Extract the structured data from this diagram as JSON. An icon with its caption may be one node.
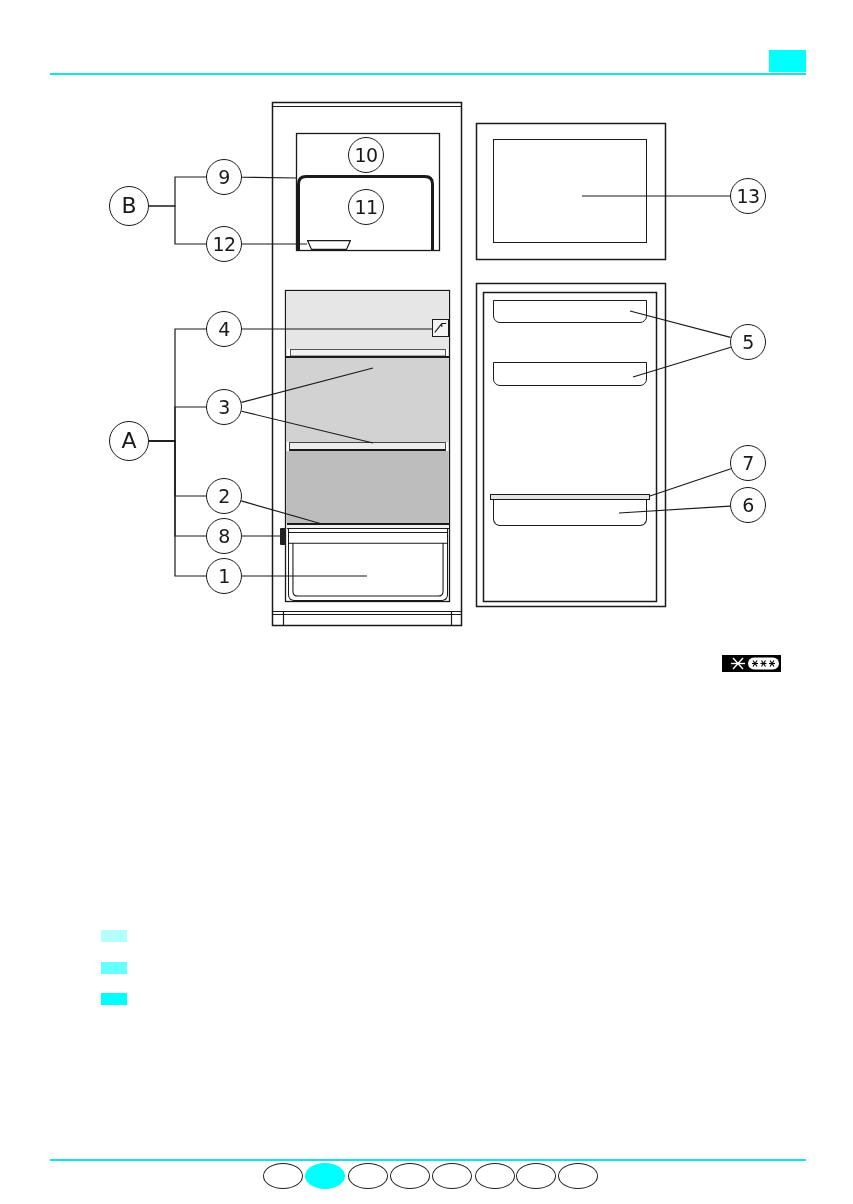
{
  "diagram": {
    "nodes": [
      {
        "text": [
          "B"
        ]
      },
      {
        "text": [
          "9"
        ]
      },
      {
        "text": [
          "12"
        ]
      },
      {
        "text": [
          "A"
        ]
      },
      {
        "text": [
          "4"
        ]
      },
      {
        "text": [
          "3"
        ]
      },
      {
        "text": [
          "2"
        ]
      },
      {
        "text": [
          "8"
        ]
      },
      {
        "text": [
          "1"
        ]
      },
      {
        "text": [
          "13"
        ]
      },
      {
        "text": [
          "5"
        ]
      },
      {
        "text": [
          "7"
        ]
      },
      {
        "text": [
          "6"
        ]
      },
      {
        "text": [],
        "shape": "box"
      },
      {
        "text": [],
        "shape": "box",
        "in": 13
      },
      {
        "text": [],
        "shape": "box"
      },
      {
        "text": [],
        "shape": "box"
      },
      {
        "text": [],
        "shape": "bar"
      },
      {
        "text": [],
        "shape": "bar"
      },
      {
        "text": [],
        "shape": "bar"
      },
      {
        "text": [],
        "shape": "box"
      },
      {
        "text": [],
        "shape": "box"
      },
      {
        "text": [],
        "shape": "box"
      },
      {
        "text": [],
        "shape": "box"
      },
      {
        "text": [],
        "shape": "bar"
      },
      {
        "text": [],
        "shape": "box"
      },
      {
        "text": [
          "10"
        ]
      },
      {
        "text": [
          "11"
        ],
        "in": 13
      }
    ],
    "edges": [
      {
        "from": 0,
        "to": 1,
        "arrow": "none"
      },
      {
        "from": 0,
        "to": 2,
        "arrow": "none"
      },
      {
        "from": 1,
        "to": 13,
        "arrow": "none"
      },
      {
        "from": 2,
        "to": 14,
        "arrow": "none"
      },
      {
        "from": 3,
        "to": 4,
        "arrow": "none"
      },
      {
        "from": 3,
        "to": 5,
        "arrow": "none"
      },
      {
        "from": 3,
        "to": 6,
        "arrow": "none"
      },
      {
        "from": 3,
        "to": 7,
        "arrow": "none"
      },
      {
        "from": 3,
        "to": 8,
        "arrow": "none"
      },
      {
        "from": 4,
        "to": 15,
        "arrow": "none"
      },
      {
        "from": 5,
        "to": 16,
        "arrow": "none"
      },
      {
        "from": 5,
        "to": 17,
        "arrow": "none"
      },
      {
        "from": 6,
        "to": 18,
        "arrow": "none"
      },
      {
        "from": 7,
        "to": 19,
        "arrow": "none"
      },
      {
        "from": 8,
        "to": 20,
        "arrow": "none"
      },
      {
        "from": 9,
        "to": 21,
        "arrow": "none"
      },
      {
        "from": 10,
        "to": 22,
        "arrow": "none"
      },
      {
        "from": 10,
        "to": 23,
        "arrow": "none"
      },
      {
        "from": 11,
        "to": 24,
        "arrow": "none"
      },
      {
        "from": 12,
        "to": 25,
        "arrow": "none"
      }
    ]
  }
}
